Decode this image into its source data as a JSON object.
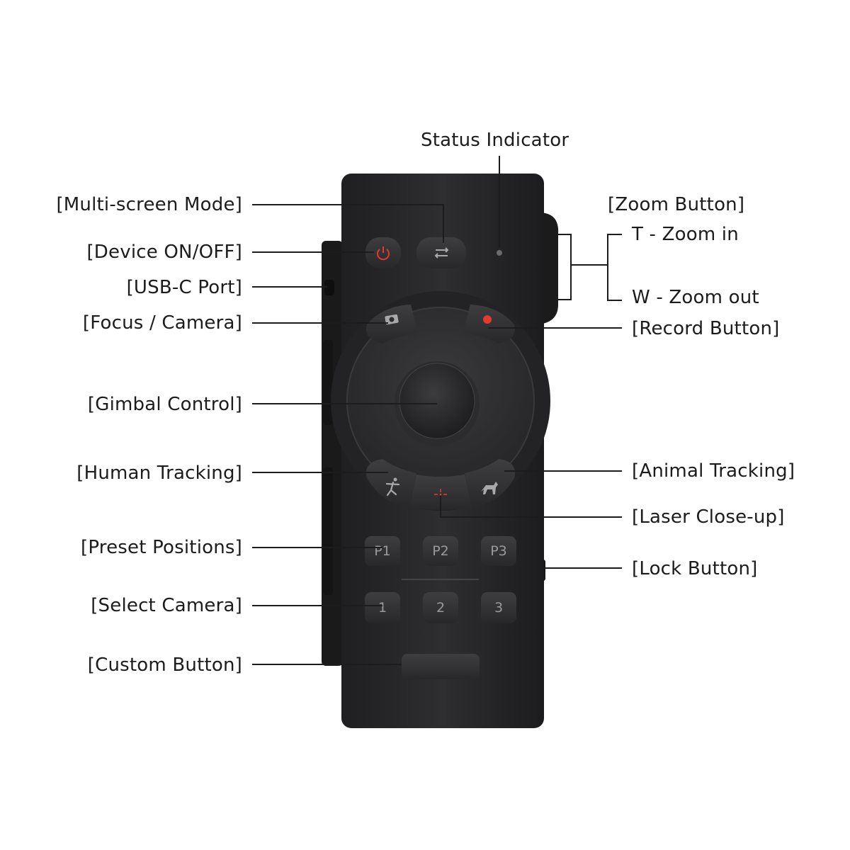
{
  "title": "Status Indicator",
  "labels_left": {
    "multi_screen": "[Multi-screen Mode]",
    "power": "[Device ON/OFF]",
    "usb_c": "[USB-C Port]",
    "focus_camera": "[Focus / Camera]",
    "gimbal": "[Gimbal Control]",
    "human_tracking": "[Human Tracking]",
    "preset_positions": "[Preset Positions]",
    "select_camera": "[Select Camera]",
    "custom_button": "[Custom Button]"
  },
  "labels_right": {
    "zoom_button": "[Zoom Button]",
    "zoom_in": "T - Zoom in",
    "zoom_out": "W - Zoom out",
    "record": "[Record Button]",
    "animal_tracking": "[Animal Tracking]",
    "laser_closeup": "[Laser Close-up]",
    "lock": "[Lock Button]"
  },
  "buttons": {
    "preset": [
      "P1",
      "P2",
      "P3"
    ],
    "camera": [
      "1",
      "2",
      "3"
    ]
  },
  "colors": {
    "body": "#2a2a2c",
    "button": "#343436",
    "accent_red": "#e23a2e",
    "label_text": "#1c1c1c",
    "leader_line": "#1c1c1c"
  }
}
